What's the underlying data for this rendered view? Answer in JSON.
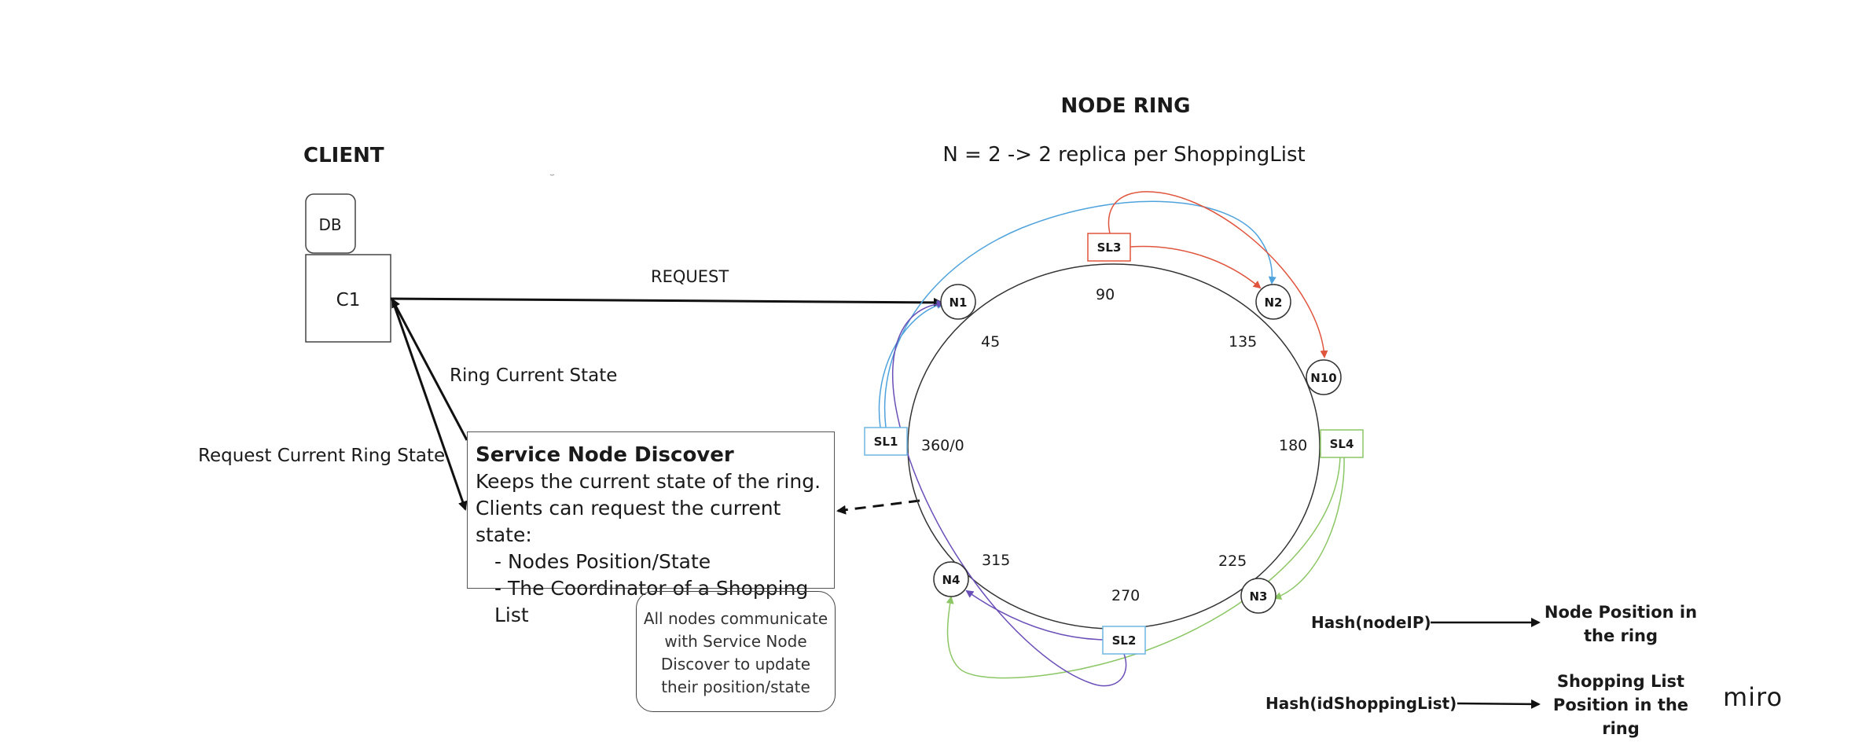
{
  "client": {
    "title": "CLIENT",
    "db_label": "DB",
    "c1_label": "C1"
  },
  "ring": {
    "title": "NODE RING",
    "subtitle": "N = 2 -> 2 replica per ShoppingList",
    "positions": [
      "45",
      "90",
      "135",
      "180",
      "225",
      "270",
      "315",
      "360/0"
    ],
    "nodes": [
      "N1",
      "N2",
      "N10",
      "N3",
      "N4"
    ],
    "shopping_lists": [
      "SL1",
      "SL2",
      "SL3",
      "SL4"
    ]
  },
  "arrows": {
    "request": "REQUEST",
    "ring_current_state": "Ring Current State",
    "request_current_ring_state": "Request Current Ring State"
  },
  "service_node_discover": {
    "title": "Service Node Discover",
    "line1": "Keeps the current state of the ring.",
    "line2": "Clients can request the current state:",
    "item1": "- Nodes Position/State",
    "item2": "- The Coordinator of a Shopping List"
  },
  "note": {
    "line1": "All nodes communicate",
    "line2": "with Service Node",
    "line3": "Discover to update",
    "line4": "their position/state"
  },
  "legend": {
    "hash_node": "Hash(nodeIP)",
    "node_position_1": "Node Position in",
    "node_position_2": "the ring",
    "hash_list": "Hash(idShoppingList)",
    "list_position_1": "Shopping List",
    "list_position_2": "Position in the",
    "list_position_3": "ring"
  },
  "watermark": "miro",
  "colors": {
    "blue": "#4fa3dc",
    "red": "#e0553d",
    "green": "#8cc665",
    "purple": "#6a4fb8",
    "sl1_border": "#6fb5e0",
    "sl2_border": "#6fb5e0",
    "sl3_border": "#e0553d",
    "sl4_border": "#8cc665"
  }
}
